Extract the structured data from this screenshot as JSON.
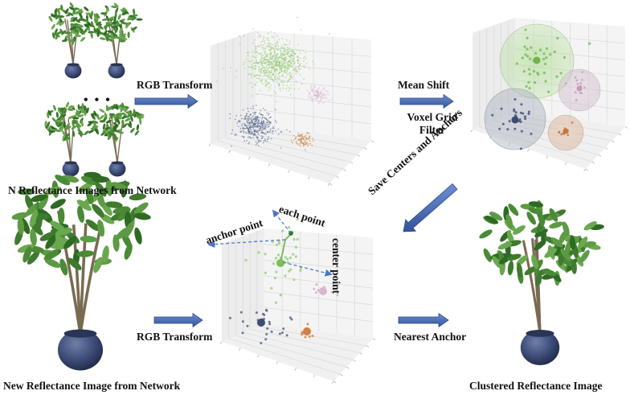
{
  "labels": {
    "rgb_transform_top": "RGB Transform",
    "mean_shift": "Mean Shift",
    "voxel_grid_line1": "Voxel Grid",
    "voxel_grid_line2": "Filter",
    "n_images": "N Reflectance Images from Network",
    "save_centers": "Save Centers and Anchors",
    "anchor_point": "anchor point",
    "each_point": "each point",
    "center_point": "center point",
    "rgb_transform_bottom": "RGB Transform",
    "nearest_anchor": "Nearest Anchor",
    "new_image": "New Reflectance Image from Network",
    "clustered_image": "Clustered Reflectance Image",
    "ellipsis": "• • •"
  },
  "colors": {
    "arrow": "#3f64ad",
    "green": "#8fc96a",
    "pink": "#d8b8d2",
    "blue_gray": "#56638a",
    "orange": "#d08a4e",
    "pot": "#3a4a78",
    "leaf": "#4f8a3a",
    "dashed": "#4a78c8"
  },
  "icons": {
    "plant": "potted-plant-icon",
    "arrow": "right-arrow-icon"
  }
}
